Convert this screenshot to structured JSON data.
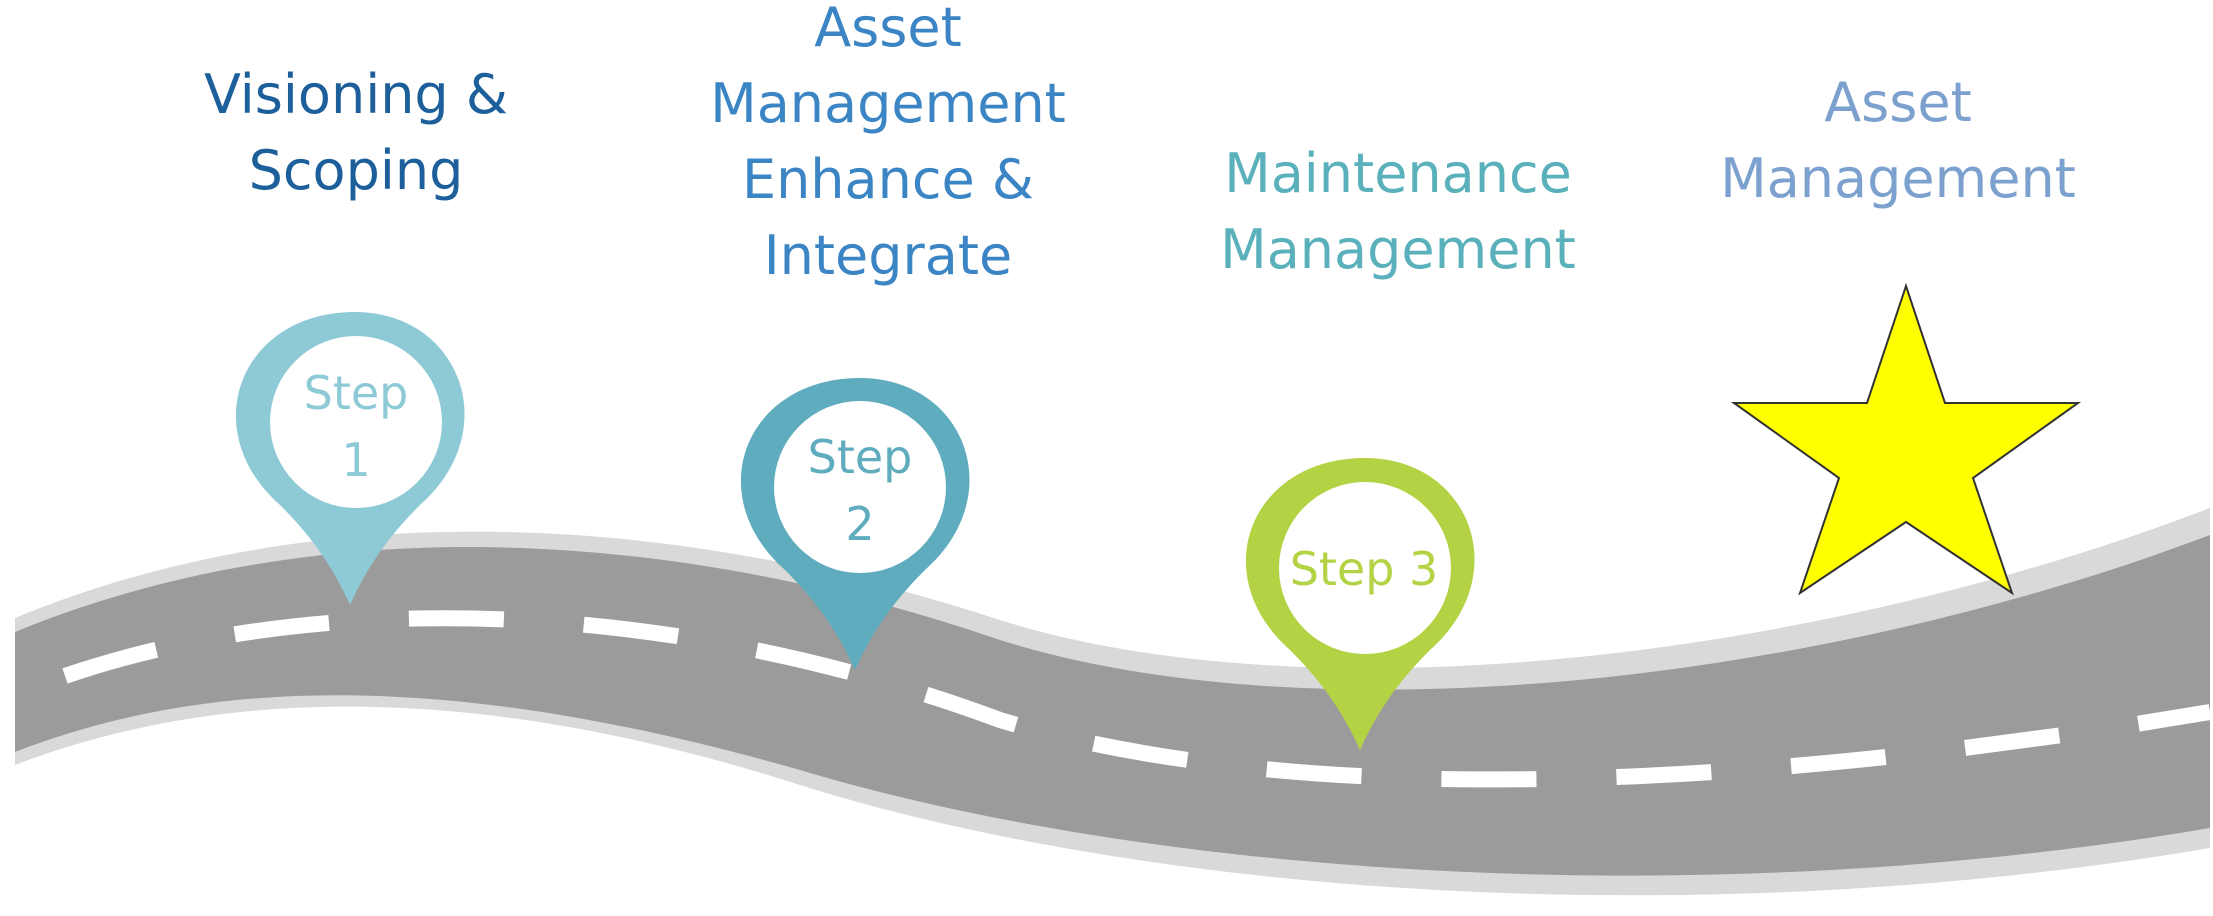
{
  "colors": {
    "road": "#9b9b9b",
    "road_shoulder": "#d9d9d9",
    "lane_marking": "#ffffff",
    "step1": "#8ecad6",
    "step2": "#5eacbd",
    "step3": "#b3d345",
    "star_fill": "#ffff00",
    "star_stroke": "#333333",
    "label1": "#1d5f9a",
    "label2": "#3b85c5",
    "label3": "#5ab1bb",
    "label4": "#7da1cf"
  },
  "milestones": [
    {
      "lines": [
        "Visioning &",
        "Scoping"
      ]
    },
    {
      "lines": [
        "Asset",
        "Management",
        "Enhance &",
        "Integrate"
      ]
    },
    {
      "lines": [
        "Maintenance",
        "Management"
      ]
    },
    {
      "lines": [
        "Asset",
        "Management"
      ]
    }
  ],
  "pins": [
    {
      "lines": [
        "Step",
        "1"
      ],
      "icon": "map-pin-icon"
    },
    {
      "lines": [
        "Step",
        "2"
      ],
      "icon": "map-pin-icon"
    },
    {
      "lines": [
        "Step 3"
      ],
      "icon": "map-pin-icon"
    }
  ],
  "goal_icon": "star-icon"
}
